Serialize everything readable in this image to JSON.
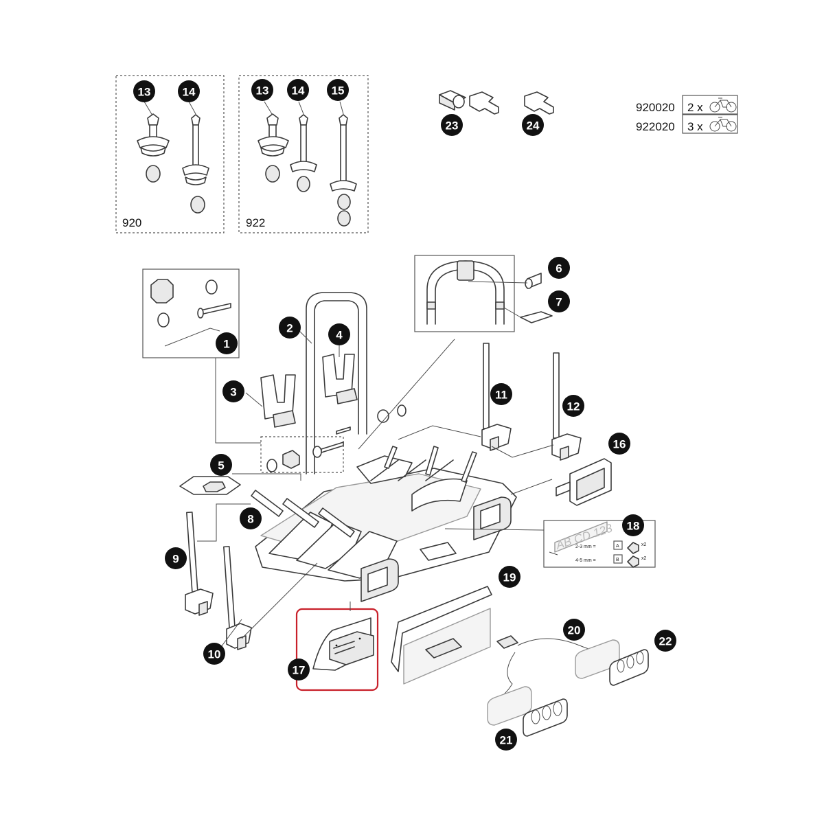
{
  "kits": [
    {
      "label": "920",
      "callouts": [
        "13",
        "14"
      ]
    },
    {
      "label": "922",
      "callouts": [
        "13",
        "14",
        "15"
      ]
    }
  ],
  "model_codes": [
    {
      "code": "920020",
      "qty": "2 x"
    },
    {
      "code": "922020",
      "qty": "3 x"
    }
  ],
  "plate": {
    "text": "AB CD 123",
    "rows": [
      {
        "thickness": "2-3 mm =",
        "option": "A",
        "qty": "x2"
      },
      {
        "thickness": "4-5 mm =",
        "option": "B",
        "qty": "x2"
      }
    ]
  },
  "callouts": [
    "1",
    "2",
    "3",
    "4",
    "5",
    "6",
    "7",
    "8",
    "9",
    "10",
    "11",
    "12",
    "13",
    "14",
    "15",
    "16",
    "17",
    "18",
    "19",
    "20",
    "21",
    "22",
    "23",
    "24"
  ],
  "highlighted_part": "17",
  "colors": {
    "callout": "#111111",
    "highlight": "#c8202a",
    "line": "#3a3a3a"
  }
}
